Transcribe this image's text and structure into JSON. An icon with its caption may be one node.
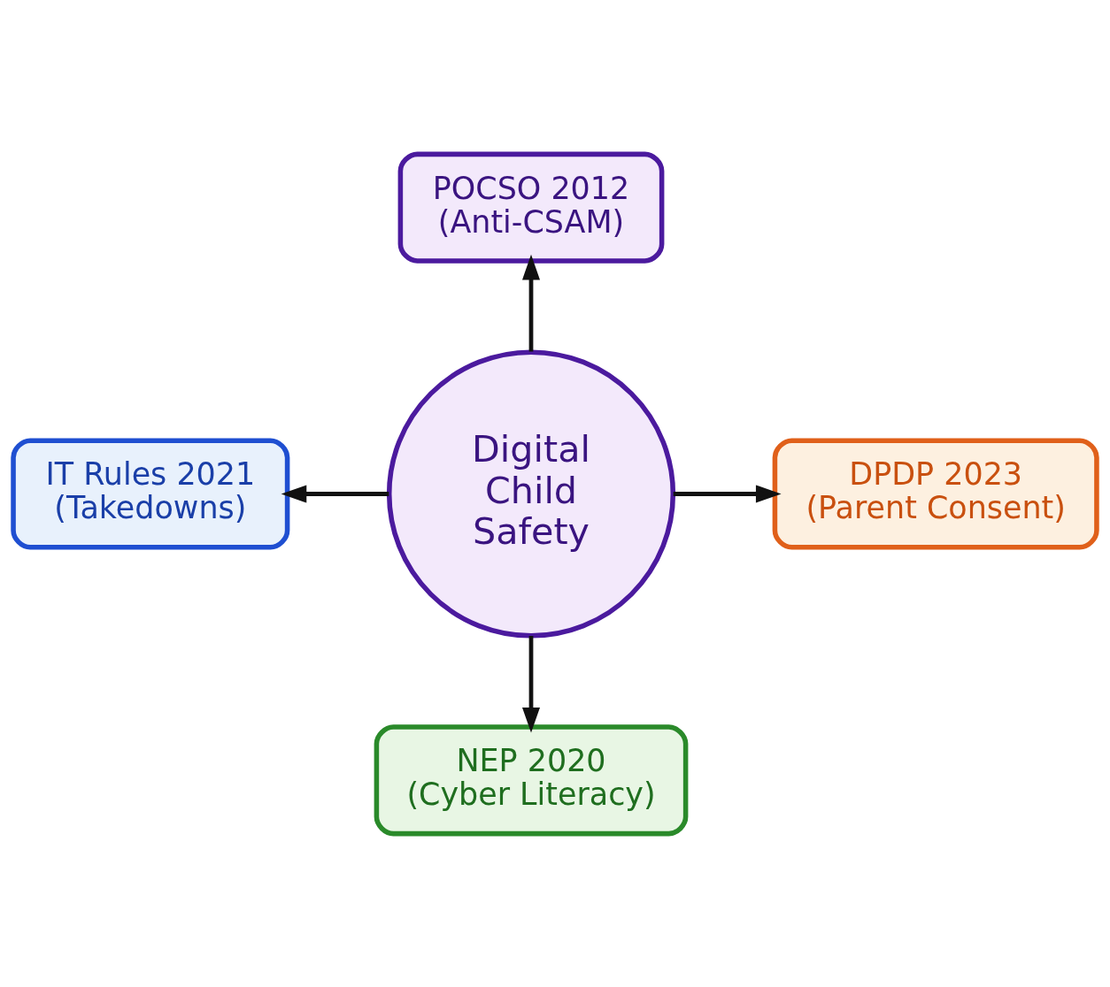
{
  "diagram": {
    "nodes": [
      {
        "text": [
          "POCSO 2012",
          "(Anti-CSAM)"
        ]
      },
      {
        "text": [
          "IT Rules 2021",
          "(Takedowns)"
        ]
      },
      {
        "text": [
          "Digital Child Safety"
        ]
      },
      {
        "text": [
          "DPDP 2023",
          "(Parent Consent)"
        ]
      },
      {
        "text": [
          "NEP 2020",
          "(Cyber Literacy)"
        ]
      }
    ],
    "edges": [
      {
        "from": 2,
        "to": 0,
        "arrow": "to"
      },
      {
        "from": 2,
        "to": 1,
        "arrow": "to"
      },
      {
        "from": 2,
        "to": 3,
        "arrow": "to"
      },
      {
        "from": 2,
        "to": 4,
        "arrow": "to"
      }
    ]
  }
}
